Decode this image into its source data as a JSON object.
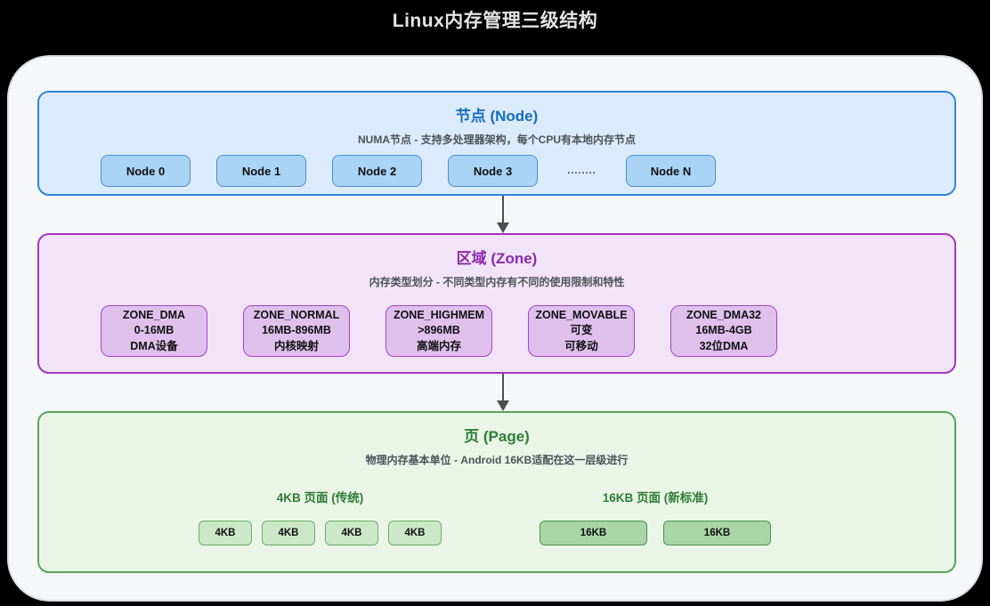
{
  "page": {
    "title": "Linux内存管理三级结构"
  },
  "colors": {
    "background": "#000000",
    "title_text": "#e4e4e4",
    "card_background": "#f6f7f9",
    "node_accent": "#166cc1",
    "node_section_fill": "#dcebfb",
    "node_section_border": "#2e86d9",
    "node_box_fill": "#a9d4f5",
    "zone_accent": "#8d27ad",
    "zone_section_fill": "#f2e4f8",
    "zone_section_border": "#a635bd",
    "zone_box_fill": "#dfc0ec",
    "page_accent": "#2e7d32",
    "page_section_fill": "#eaf5e8",
    "page_section_border": "#55a557",
    "page_box_4kb_fill": "#cce8c8",
    "page_box_16kb_fill": "#a9d6a4",
    "arrow": "#4f4f4f"
  },
  "sections": {
    "node": {
      "title": "节点 (Node)",
      "subtitle": "NUMA节点 - 支持多处理器架构，每个CPU有本地内存节点",
      "items": [
        "Node 0",
        "Node 1",
        "Node 2",
        "Node 3",
        "Node N"
      ],
      "ellipsis": "........"
    },
    "zone": {
      "title": "区域 (Zone)",
      "subtitle": "内存类型划分 - 不同类型内存有不同的使用限制和特性",
      "items": [
        {
          "name": "ZONE_DMA",
          "range": "0-16MB",
          "desc": "DMA设备"
        },
        {
          "name": "ZONE_NORMAL",
          "range": "16MB-896MB",
          "desc": "内核映射"
        },
        {
          "name": "ZONE_HIGHMEM",
          "range": ">896MB",
          "desc": "高端内存"
        },
        {
          "name": "ZONE_MOVABLE",
          "range": "可变",
          "desc": "可移动"
        },
        {
          "name": "ZONE_DMA32",
          "range": "16MB-4GB",
          "desc": "32位DMA"
        }
      ]
    },
    "page_level": {
      "title": "页 (Page)",
      "subtitle": "物理内存基本单位 - Android 16KB适配在这一层级进行",
      "groups": [
        {
          "label": "4KB 页面 (传统)",
          "boxes": [
            "4KB",
            "4KB",
            "4KB",
            "4KB"
          ]
        },
        {
          "label": "16KB 页面 (新标准)",
          "boxes": [
            "16KB",
            "16KB"
          ]
        }
      ]
    }
  }
}
